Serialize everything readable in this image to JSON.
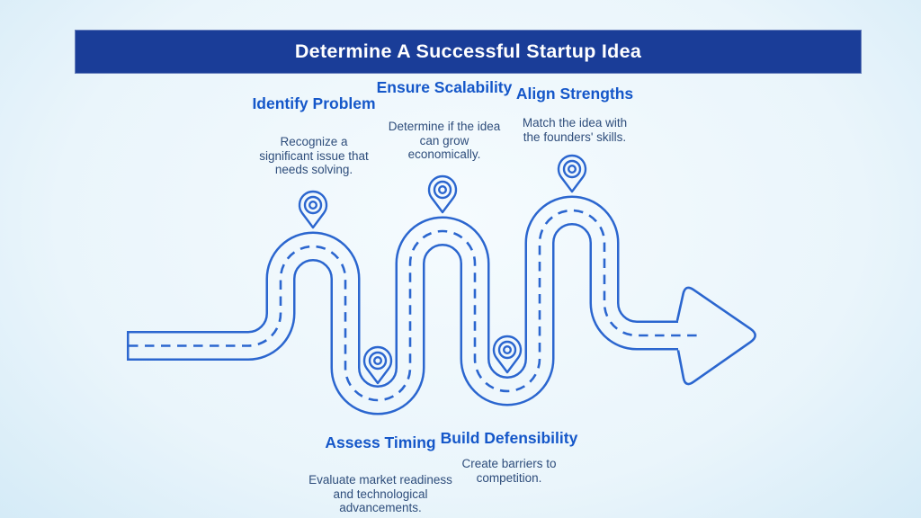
{
  "header": {
    "title": "Determine A Successful Startup Idea"
  },
  "steps": [
    {
      "id": "identify-problem",
      "order": 1,
      "label": "Identify Problem",
      "lines": [
        "Recognize a",
        "significant issue that",
        "needs solving."
      ],
      "marker": "location-pin",
      "label_position": "above-road"
    },
    {
      "id": "assess-timing",
      "order": 2,
      "label": "Assess Timing",
      "lines": [
        "Evaluate market readiness",
        "and technological",
        "advancements."
      ],
      "marker": "location-pin",
      "label_position": "below-road"
    },
    {
      "id": "ensure-scalability",
      "order": 3,
      "label": "Ensure Scalability",
      "lines": [
        "Determine if the idea",
        "can grow",
        "economically."
      ],
      "marker": "location-pin",
      "label_position": "above-road"
    },
    {
      "id": "build-defensibility",
      "order": 4,
      "label": "Build Defensibility",
      "lines": [
        "Create barriers to",
        "competition."
      ],
      "marker": "location-pin",
      "label_position": "below-road"
    },
    {
      "id": "align-strengths",
      "order": 5,
      "label": "Align Strengths",
      "lines": [
        "Match the idea with",
        "the founders' skills."
      ],
      "marker": "location-pin",
      "label_position": "above-road"
    }
  ],
  "road": {
    "style": "winding-road-with-dashed-center-line",
    "direction": "left-to-right",
    "end_icon": "arrow-right"
  },
  "colors": {
    "banner_bg": "#1a3d98",
    "title_text": "#ffffff",
    "road_stroke": "#2b66cf",
    "heading_text": "#1557c9",
    "body_text": "#2e4d7b",
    "bg_center": "#f5fbfe",
    "bg_edge": "#a6daef"
  }
}
